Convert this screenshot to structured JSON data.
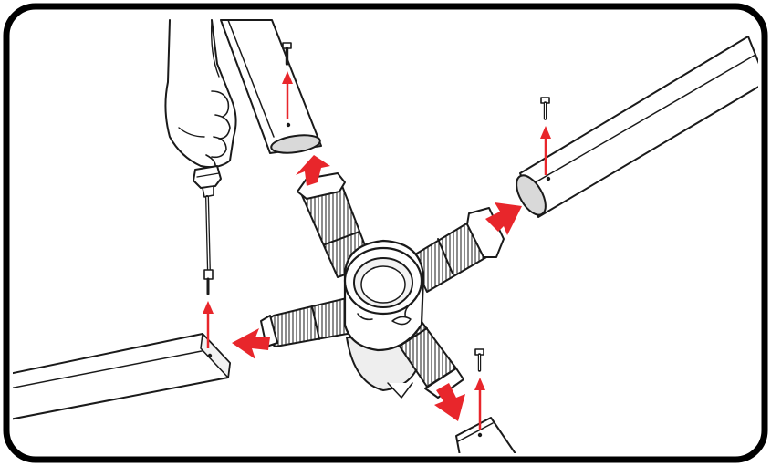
{
  "colors": {
    "frame": "#000000",
    "line": "#1a1a1a",
    "fill": "#ffffff",
    "shade": "#d9d9d9",
    "arrow": "#e8262b"
  },
  "parts": {
    "hub": {
      "arms": 4
    },
    "tubes": 4,
    "bolts": 4
  },
  "icons": [
    "screwdriver-icon",
    "hand-icon",
    "bolt-icon",
    "arrow-icon"
  ]
}
